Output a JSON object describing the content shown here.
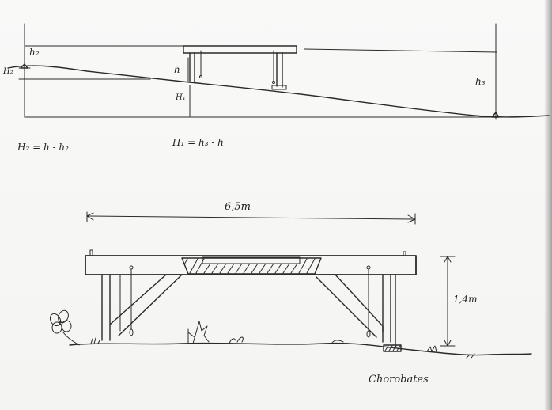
{
  "top_diagram": {
    "labels": {
      "h2_small": "h₂",
      "H2_big": "H₂",
      "h": "h",
      "H1": "H₁",
      "h3": "h₃"
    },
    "formulas": {
      "H2": "H₂ = h - h₂",
      "H1": "H₁ = h₃ - h"
    }
  },
  "bottom_diagram": {
    "length_dimension": "6,5m",
    "height_dimension": "1,4m",
    "caption": "Chorobates"
  }
}
